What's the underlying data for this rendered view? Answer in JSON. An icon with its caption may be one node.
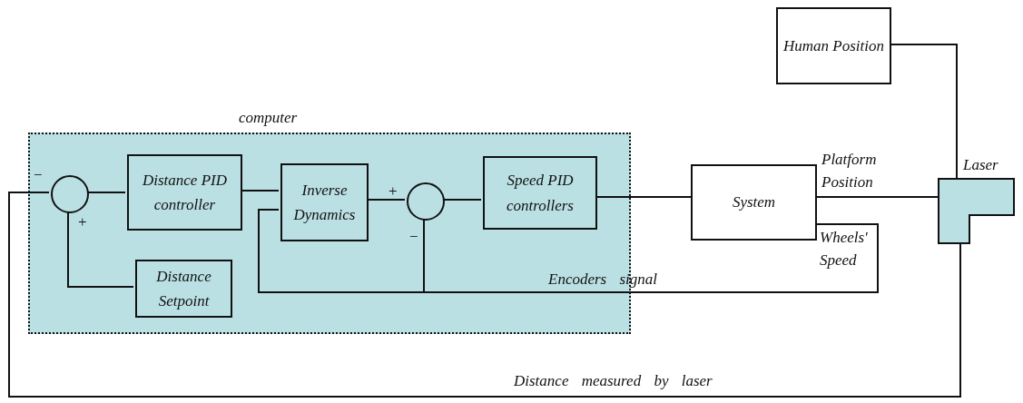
{
  "diagram": {
    "nodes": [
      {
        "text": [
          "computer"
        ]
      },
      {
        "text": [],
        "shape": "circle",
        "in": 0
      },
      {
        "text": [
          "Distance PID controller"
        ],
        "in": 0
      },
      {
        "text": [
          "Distance Setpoint"
        ],
        "in": 0
      },
      {
        "text": [
          "Inverse Dynamics"
        ],
        "in": 0
      },
      {
        "text": [],
        "shape": "circle",
        "in": 0
      },
      {
        "text": [
          "Speed PID controllers"
        ],
        "in": 0
      },
      {
        "text": [
          "System"
        ]
      },
      {
        "text": [
          "Human Position"
        ]
      },
      {
        "text": [
          "Laser"
        ]
      }
    ],
    "edges": [
      {
        "from": 1,
        "to": 2,
        "arrow": "none"
      },
      {
        "from": 2,
        "to": 4,
        "arrow": "none"
      },
      {
        "from": 4,
        "to": 5,
        "arrow": "none"
      },
      {
        "from": 5,
        "to": 6,
        "arrow": "none"
      },
      {
        "from": 6,
        "to": 7,
        "arrow": "none"
      },
      {
        "from": 3,
        "to": 1,
        "arrow": "none"
      },
      {
        "from": 7,
        "to": 9,
        "arrow": "none",
        "label": "Platform Position"
      },
      {
        "from": 8,
        "to": 9,
        "arrow": "none"
      },
      {
        "from": 7,
        "to": 4,
        "arrow": "none",
        "label": "Wheels' Speed"
      },
      {
        "from": 7,
        "to": 5,
        "arrow": "none",
        "label": "Encoders signal"
      },
      {
        "from": 9,
        "to": 1,
        "arrow": "none",
        "label": "Distance measured by laser"
      }
    ],
    "labels": [
      "−",
      "+",
      "+",
      "−"
    ]
  }
}
